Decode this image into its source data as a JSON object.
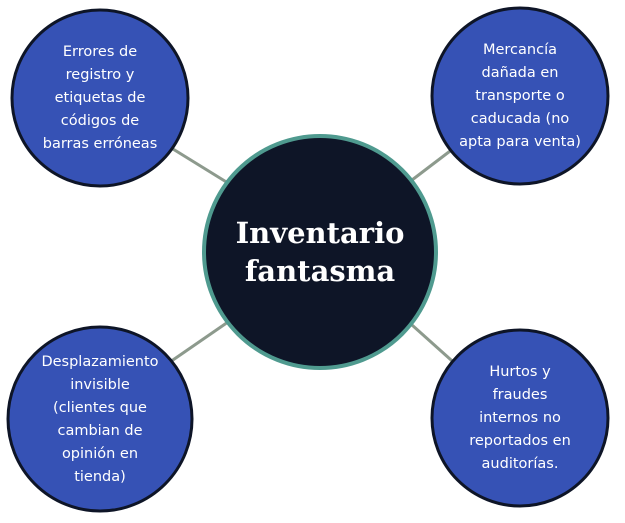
{
  "diagram": {
    "center": {
      "label": "Inventario\nfantasma"
    },
    "nodes": [
      {
        "label": "Errores de\nregistro y\netiquetas de\ncódigos de\nbarras erróneas"
      },
      {
        "label": "Mercancía\ndañada en\ntransporte o\ncaducada (no\napta para venta)"
      },
      {
        "label": "Desplazamiento\ninvisible\n(clientes que\ncambian de\nopinión en\ntienda)"
      },
      {
        "label": "Hurtos y\nfraudes\ninternos no\nreportados en\nauditorías."
      }
    ]
  },
  "colors": {
    "center_fill": "#0e1527",
    "center_border": "#4f9a8f",
    "node_fill": "#3652b5",
    "node_border": "#0e1527",
    "connector": "#8d9a8d",
    "text": "#ffffff"
  }
}
